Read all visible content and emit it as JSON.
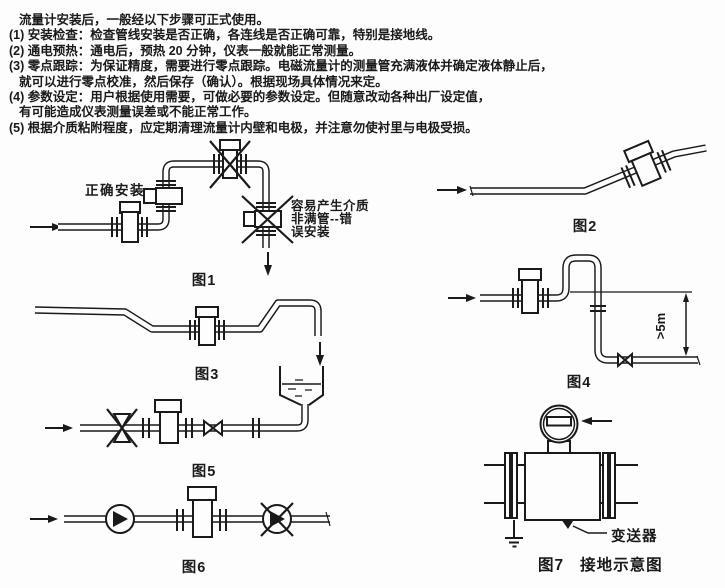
{
  "page": {
    "background": "#fdfdfd",
    "ink": "#1a1a1a"
  },
  "intro": {
    "lines": [
      {
        "text": "流量计安装后，一般经以下步骤可正式使用。"
      },
      {
        "text": "(1) 安装检查：检查管线安装是否正确，各连线是否正确可靠，特别是接地线。"
      },
      {
        "text": "(2) 通电预热：通电后，预热 20 分钟，仪表一般就能正常测量。"
      },
      {
        "text": "(3) 零点跟踪：为保证精度，需要进行零点跟踪。电磁流量计的测量管充满液体并确定液体静止后，"
      },
      {
        "text": "就可以进行零点校准，然后保存（确认）。根据现场具体情况来定。"
      },
      {
        "text": "(4) 参数设定：用户根据使用需要，可做必要的参数设定。但随意改动各种出厂设定值，"
      },
      {
        "text": "有可能造成仪表测量误差或不能正常工作。"
      },
      {
        "text": "(5) 根据介质粘附程度，应定期清理流量计内壁和电极，并注意勿使衬里与电极受损。"
      }
    ]
  },
  "figures": {
    "fig1": {
      "caption": "图1",
      "correct_label": "正确安装",
      "wrong_label_line1": "容易产生介质",
      "wrong_label_line2": "非满管--错",
      "wrong_label_line3": "误安装"
    },
    "fig2": {
      "caption": "图2"
    },
    "fig3": {
      "caption": "图3"
    },
    "fig4": {
      "caption": "图4",
      "dimension_label": ">5m"
    },
    "fig5": {
      "caption": "图5"
    },
    "fig6": {
      "caption": "图6"
    },
    "fig7": {
      "caption_number": "图7",
      "caption_title": "接地示意图",
      "transmitter_label": "变送器"
    }
  }
}
